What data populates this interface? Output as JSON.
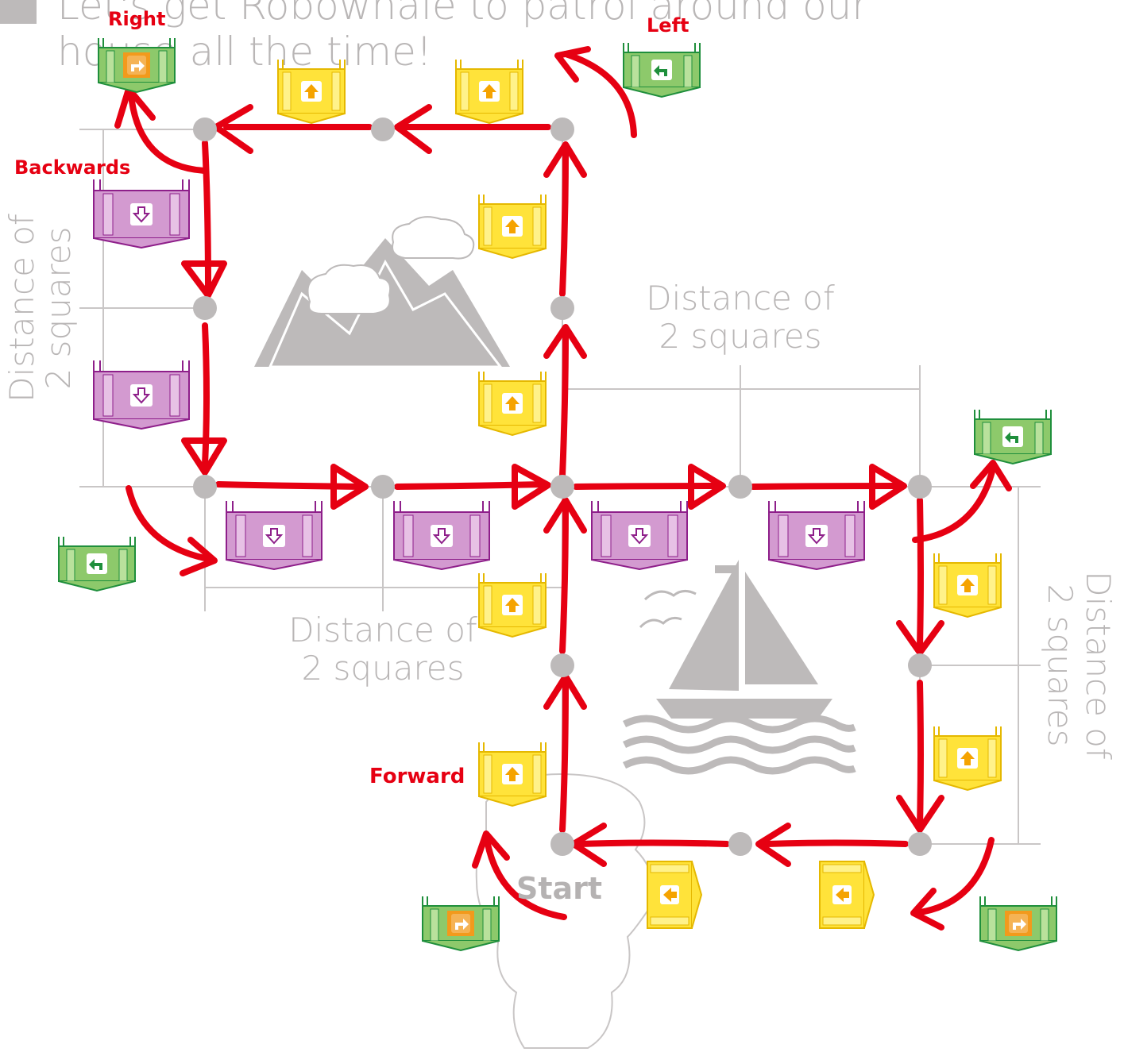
{
  "header": {
    "title_line1": "Let's get Robowhale to patrol around our",
    "title_line2": "house all the time!"
  },
  "labels": {
    "right": "Right",
    "left": "Left",
    "backwards": "Backwards",
    "forward": "Forward",
    "start": "Start"
  },
  "distances": {
    "left_vertical": {
      "line1": "Distance of",
      "line2": "2 squares"
    },
    "middle": {
      "line1": "Distance of",
      "line2": "2 squares"
    },
    "bottom": {
      "line1": "Distance of",
      "line2": "2 squares"
    },
    "right_vertical": {
      "line1": "Distance of",
      "line2": "2 squares"
    }
  },
  "colors": {
    "arrow": "#e60012",
    "node": "#bdbaba",
    "grid": "#c9c6c6",
    "forward_block": "#ffe33a",
    "backward_block": "#d39ad0",
    "turn_block": "#8dc96b",
    "illustration": "#bdbaba"
  },
  "icons": {
    "forward": "up-arrow-icon",
    "backward": "down-arrow-icon",
    "left_turn": "turn-left-icon",
    "right_turn": "turn-right-icon",
    "mountain": "mountain-icon",
    "sailboat": "sailboat-icon",
    "robot": "robot-outline-icon"
  }
}
